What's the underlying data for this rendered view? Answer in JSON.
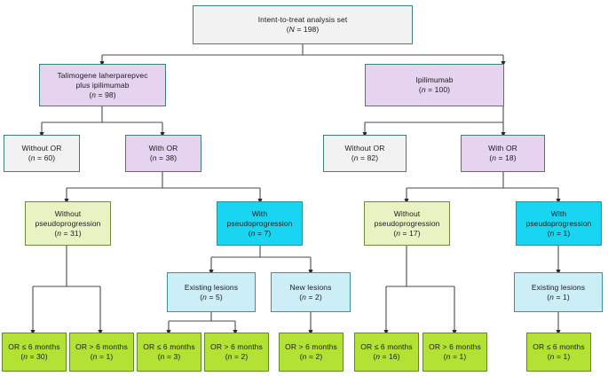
{
  "diagram": {
    "title": "Intent-to-treat analysis set CONSORT flow diagram",
    "colors": {
      "grey": "#f1f2f1",
      "purple": "#e5d3ef",
      "khaki": "#e8f2c3",
      "cyan": "#18d6f2",
      "light_blue": "#cbeef7",
      "green": "#b3e234",
      "border_teal": "#3f7f7a",
      "connector": "#4b4b4b"
    },
    "nodes": [
      {
        "id": "itt",
        "line1": "Intent-to-treat analysis set",
        "line2": "(N = 198)",
        "italic": "N"
      },
      {
        "id": "arm-talimogene",
        "line1": "Talimogene laherparepvec",
        "line2": "plus ipilimumab",
        "line3": "(n = 98)",
        "italic": "n"
      },
      {
        "id": "arm-ipilimumab",
        "line1": "Ipilimumab",
        "line2": "(n = 100)",
        "italic": "n"
      },
      {
        "id": "t-without-or",
        "line1": "Without OR",
        "line2": "(n = 60)",
        "italic": "n"
      },
      {
        "id": "t-with-or",
        "line1": "With OR",
        "line2": "(n = 38)",
        "italic": "n"
      },
      {
        "id": "i-without-or",
        "line1": "Without OR",
        "line2": "(n = 82)",
        "italic": "n"
      },
      {
        "id": "i-with-or",
        "line1": "With OR",
        "line2": "(n = 18)",
        "italic": "n"
      },
      {
        "id": "t-without-pp",
        "line1": "Without",
        "line2": "pseudoprogression",
        "line3": "(n = 31)",
        "italic": "n"
      },
      {
        "id": "t-with-pp",
        "line1": "With",
        "line2": "pseudoprogression",
        "line3": "(n = 7)",
        "italic": "n"
      },
      {
        "id": "i-without-pp",
        "line1": "Without",
        "line2": "pseudoprogression",
        "line3": "(n = 17)",
        "italic": "n"
      },
      {
        "id": "i-with-pp",
        "line1": "With",
        "line2": "pseudoprogression",
        "line3": "(n = 1)",
        "italic": "n"
      },
      {
        "id": "t-existing",
        "line1": "Existing lesions",
        "line2": "(n = 5)",
        "italic": "n"
      },
      {
        "id": "t-new",
        "line1": "New lesions",
        "line2": "(n = 2)",
        "italic": "n"
      },
      {
        "id": "i-existing",
        "line1": "Existing lesions",
        "line2": "(n = 1)",
        "italic": "n"
      },
      {
        "id": "or-1",
        "line1": "OR ≤ 6 months",
        "line2": "(n = 30)",
        "italic": "n"
      },
      {
        "id": "or-2",
        "line1": "OR > 6 months",
        "line2": "(n = 1)",
        "italic": "n"
      },
      {
        "id": "or-3",
        "line1": "OR ≤ 6 months",
        "line2": "(n = 3)",
        "italic": "n"
      },
      {
        "id": "or-4",
        "line1": "OR > 6 months",
        "line2": "(n = 2)",
        "italic": "n"
      },
      {
        "id": "or-5",
        "line1": "OR > 6 months",
        "line2": "(n = 2)",
        "italic": "n"
      },
      {
        "id": "or-6",
        "line1": "OR ≤ 6 months",
        "line2": "(n = 16)",
        "italic": "n"
      },
      {
        "id": "or-7",
        "line1": "OR > 6 months",
        "line2": "(n = 1)",
        "italic": "n"
      },
      {
        "id": "or-8",
        "line1": "OR ≤ 6 months",
        "line2": "(n = 1)",
        "italic": "n"
      }
    ]
  }
}
